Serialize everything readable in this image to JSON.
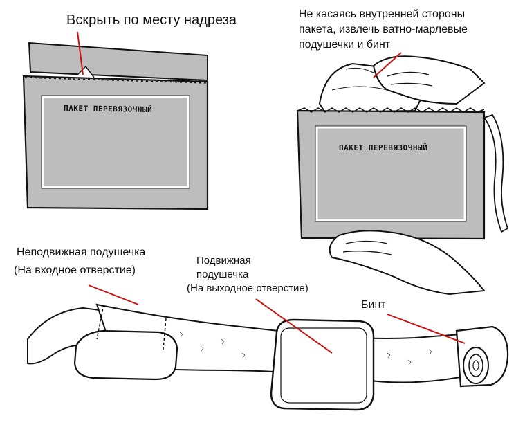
{
  "labels": {
    "open_at_notch": "Вскрыть по месту надреза",
    "extract_line1": "Не касаясь внутренней стороны",
    "extract_line2": "пакета, извлечь ватно-марлевые",
    "extract_line3": "подушечки и бинт",
    "fixed_pad_line1": "Неподвижная подушечка",
    "fixed_pad_line2": "(На входное отверстие)",
    "movable_pad_line1": "Подвижная",
    "movable_pad_line2": "подушечка",
    "movable_pad_line3": "(На выходное отверстие)",
    "bandage": "Бинт"
  },
  "package_stamp": "ПАКЕТ ПЕРЕВЯЗОЧНЫЙ",
  "colors": {
    "package_fill": "#bdbdbd",
    "pointer_line": "#cc1111",
    "ink": "#111111",
    "background": "#ffffff"
  }
}
